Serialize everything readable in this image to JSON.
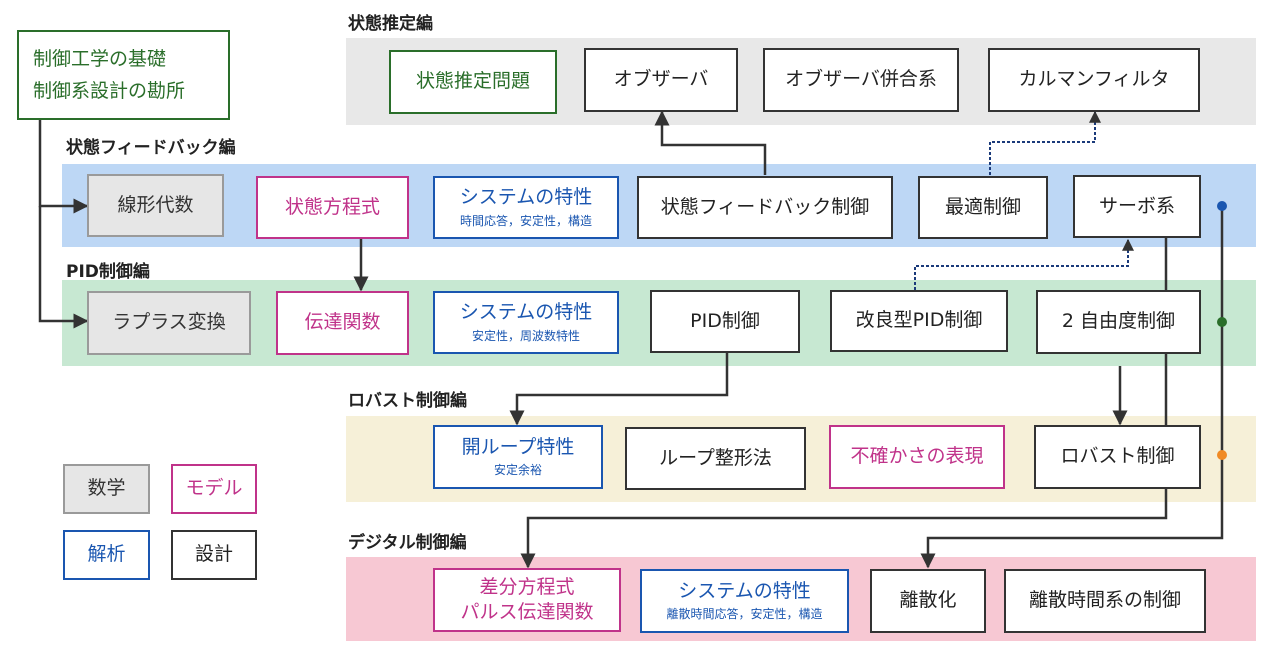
{
  "intro_box": {
    "line1": "制御工学の基礎",
    "line2": "制御系設計の勘所"
  },
  "sections": {
    "state_estimation": {
      "title": "状態推定編",
      "boxes": {
        "problem": "状態推定問題",
        "observer": "オブザーバ",
        "observer_combined": "オブザーバ併合系",
        "kalman": "カルマンフィルタ"
      }
    },
    "state_feedback": {
      "title": "状態フィードバック編",
      "boxes": {
        "linear_algebra": "線形代数",
        "state_equation": "状態方程式",
        "system_props": "システムの特性",
        "system_props_sub": "時間応答，安定性，構造",
        "sf_control": "状態フィードバック制御",
        "optimal": "最適制御",
        "servo": "サーボ系"
      }
    },
    "pid": {
      "title": "PID制御編",
      "boxes": {
        "laplace": "ラプラス変換",
        "transfer": "伝達関数",
        "system_props": "システムの特性",
        "system_props_sub": "安定性，周波数特性",
        "pid": "PID制御",
        "improved_pid": "改良型PID制御",
        "two_dof": "2 自由度制御"
      }
    },
    "robust": {
      "title": "ロバスト制御編",
      "boxes": {
        "open_loop": "開ループ特性",
        "open_loop_sub": "安定余裕",
        "loop_shaping": "ループ整形法",
        "uncertainty": "不確かさの表現",
        "robust": "ロバスト制御"
      }
    },
    "digital": {
      "title": "デジタル制御編",
      "boxes": {
        "diff_eq_line1": "差分方程式",
        "diff_eq_line2": "パルス伝達関数",
        "system_props": "システムの特性",
        "system_props_sub": "離散時間応答，安定性，構造",
        "discretize": "離散化",
        "discrete_control": "離散時間系の制御"
      }
    }
  },
  "legend": {
    "math": "数学",
    "model": "モデル",
    "analysis": "解析",
    "design": "設計"
  },
  "colors": {
    "band_state_estimation": "#e8e8e8",
    "band_state_feedback": "#bdd7f5",
    "band_pid": "#c7e8d2",
    "band_robust": "#f6f0d8",
    "band_digital": "#f7c8d3",
    "math": "#9a9a9a",
    "model": "#c0338a",
    "analysis": "#1a56b0",
    "design": "#333333",
    "dot_blue": "#1a56b0",
    "dot_green": "#2a6e2a",
    "dot_orange": "#f08a24"
  }
}
